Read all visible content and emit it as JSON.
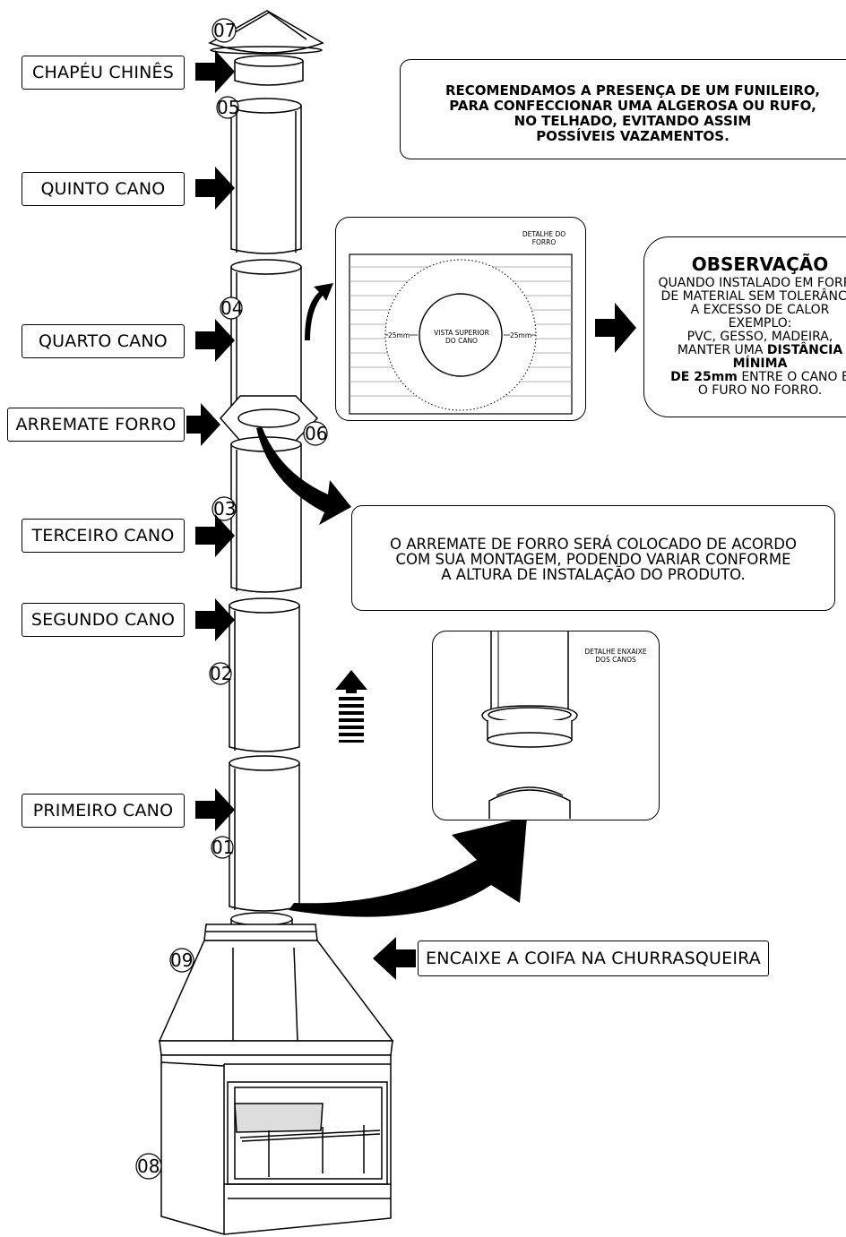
{
  "labels": {
    "chapeu": "CHAPÉU CHINÊS",
    "quinto": "QUINTO CANO",
    "quarto": "QUARTO CANO",
    "arremate": "ARREMATE FORRO",
    "terceiro": "TERCEIRO CANO",
    "segundo": "SEGUNDO CANO",
    "primeiro": "PRIMEIRO CANO",
    "encaixe": "ENCAIXE A COIFA NA CHURRASQUEIRA"
  },
  "numbers": {
    "n07": "07",
    "n05": "05",
    "n04": "04",
    "n06": "06",
    "n03": "03",
    "n02": "02",
    "n01": "01",
    "n09": "09",
    "n08": "08"
  },
  "notes": {
    "recomendamos_l1": "RECOMENDAMOS A PRESENÇA DE UM FUNILEIRO,",
    "recomendamos_l2": "PARA CONFECCIONAR UMA ALGEROSA OU RUFO,",
    "recomendamos_l3": "NO TELHADO, EVITANDO  ASSIM",
    "recomendamos_l4": "POSSÍVEIS VAZAMENTOS.",
    "arremate_l1": "O ARREMATE DE FORRO SERÁ COLOCADO DE ACORDO",
    "arremate_l2": "COM SUA MONTAGEM, PODENDO VARIAR CONFORME",
    "arremate_l3": "A ALTURA DE INSTALAÇÃO DO PRODUTO."
  },
  "observacao": {
    "title": "OBSERVAÇÃO",
    "l1": "QUANDO INSTALADO EM FORRO",
    "l2": "DE MATERIAL SEM TOLERÂNCIA",
    "l3": "A EXCESSO DE CALOR",
    "l4": "EXEMPLO:",
    "l5": "PVC, GESSO, MADEIRA,",
    "l6a": "MANTER UMA ",
    "l6b": "DISTÂNCIA",
    "l7": "MÍNIMA",
    "l8a": "DE 25mm",
    "l8b": " ENTRE O CANO E",
    "l9": "O FURO NO FORRO."
  },
  "detalhe_forro": {
    "title_l1": "DETALHE DO",
    "title_l2": "FORRO",
    "center_l1": "VISTA SUPERIOR",
    "center_l2": "DO CANO",
    "dim_left": "25mm",
    "dim_right": "25mm"
  },
  "detalhe_encaixe": {
    "title_l1": "DETALHE ENXAIXE",
    "title_l2": "DOS CANOS"
  }
}
